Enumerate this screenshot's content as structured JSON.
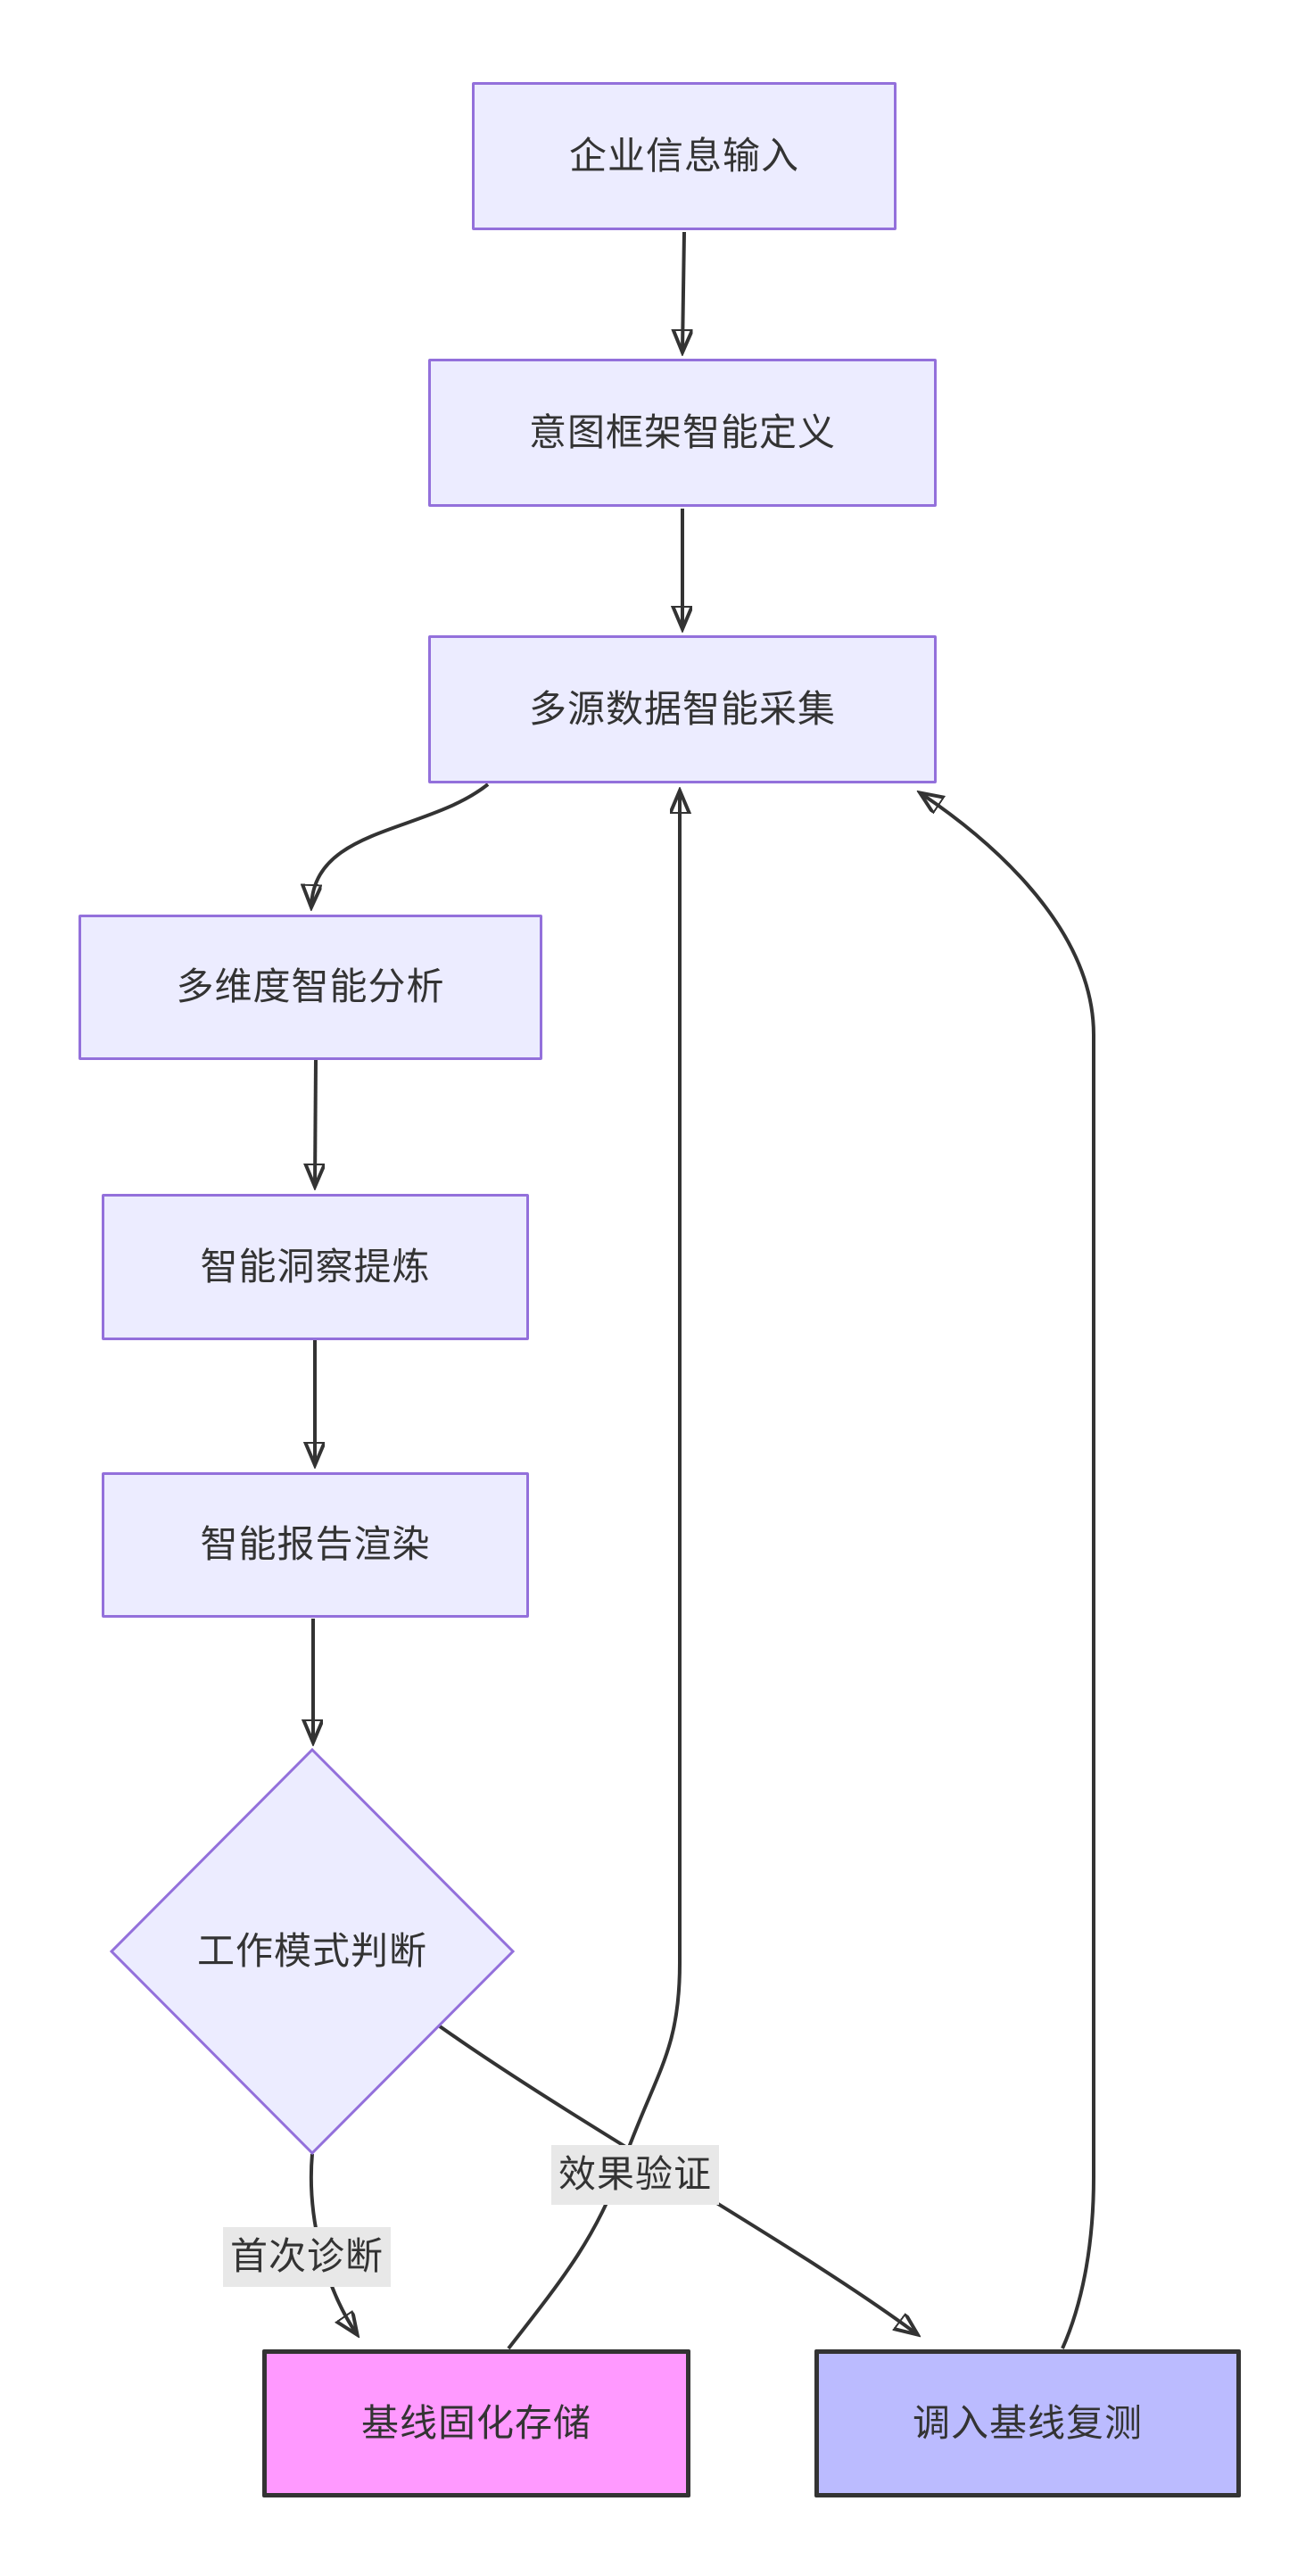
{
  "diagram": {
    "type": "flowchart",
    "direction": "top-down",
    "colors": {
      "background": "#ffffff",
      "node_fill": "#ECECFF",
      "node_border": "#9370DB",
      "text": "#333333",
      "edge": "#333333",
      "label_bg": "#e8e8e8",
      "baseline_store_fill": "#FF99FF",
      "baseline_store_border": "#333333",
      "baseline_retest_fill": "#BBBBFF",
      "baseline_retest_border": "#333333"
    },
    "nodes": [
      {
        "id": "enterprise-input",
        "label": "企业信息输入",
        "shape": "rect"
      },
      {
        "id": "intent-framework",
        "label": "意图框架智能定义",
        "shape": "rect"
      },
      {
        "id": "data-collection",
        "label": "多源数据智能采集",
        "shape": "rect"
      },
      {
        "id": "multi-analysis",
        "label": "多维度智能分析",
        "shape": "rect"
      },
      {
        "id": "insight-refine",
        "label": "智能洞察提炼",
        "shape": "rect"
      },
      {
        "id": "report-render",
        "label": "智能报告渲染",
        "shape": "rect"
      },
      {
        "id": "work-mode",
        "label": "工作模式判断",
        "shape": "diamond"
      },
      {
        "id": "baseline-store",
        "label": "基线固化存储",
        "shape": "rect-highlight-pink"
      },
      {
        "id": "baseline-retest",
        "label": "调入基线复测",
        "shape": "rect-highlight-blue"
      }
    ],
    "edges": [
      {
        "from": "企业信息输入",
        "to": "意图框架智能定义",
        "label": ""
      },
      {
        "from": "意图框架智能定义",
        "to": "多源数据智能采集",
        "label": ""
      },
      {
        "from": "多源数据智能采集",
        "to": "多维度智能分析",
        "label": ""
      },
      {
        "from": "多维度智能分析",
        "to": "智能洞察提炼",
        "label": ""
      },
      {
        "from": "智能洞察提炼",
        "to": "智能报告渲染",
        "label": ""
      },
      {
        "from": "智能报告渲染",
        "to": "工作模式判断",
        "label": ""
      },
      {
        "from": "工作模式判断",
        "to": "基线固化存储",
        "label": "首次诊断"
      },
      {
        "from": "基线固化存储",
        "to": "多源数据智能采集",
        "label": "效果验证"
      },
      {
        "from": "工作模式判断",
        "to": "调入基线复测",
        "label": ""
      },
      {
        "from": "调入基线复测",
        "to": "多源数据智能采集",
        "label": ""
      }
    ]
  }
}
